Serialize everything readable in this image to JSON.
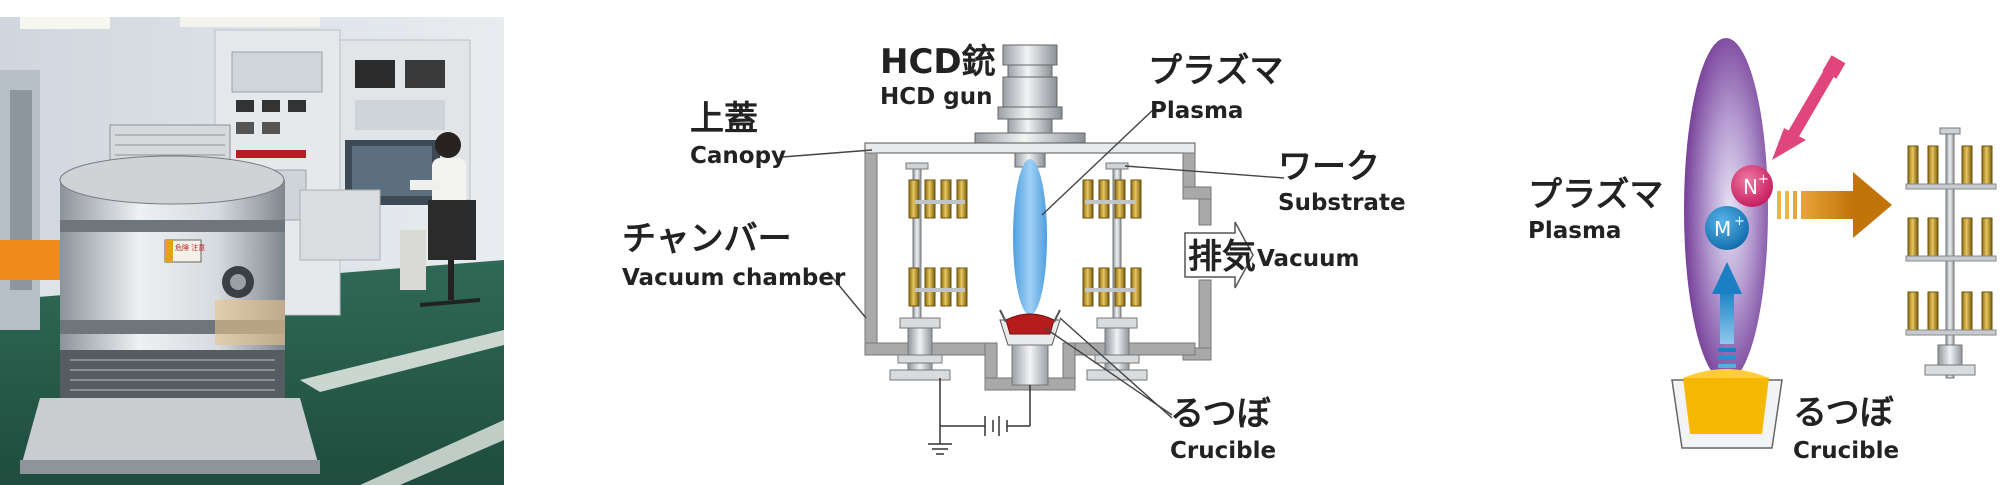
{
  "photo": {
    "sign_text": "危険\n注意"
  },
  "chamber_diagram": {
    "labels": {
      "hcd_gun_jp": "HCD銃",
      "hcd_gun_en": "HCD gun",
      "plasma_jp": "プラズマ",
      "plasma_en": "Plasma",
      "canopy_jp": "上蓋",
      "canopy_en": "Canopy",
      "work_jp": "ワーク",
      "work_en": "Substrate",
      "chamber_jp": "チャンバー",
      "chamber_en": "Vacuum chamber",
      "exhaust_jp": "排気",
      "exhaust_en": "Vacuum",
      "crucible_jp": "るつぼ",
      "crucible_en": "Crucible"
    }
  },
  "ion_diagram": {
    "labels": {
      "plasma_jp": "プラズマ",
      "plasma_en": "Plasma",
      "crucible_jp": "るつぼ",
      "crucible_en": "Crucible",
      "nitrogen_ion": "N",
      "metal_ion": "M",
      "ion_charge": "+"
    }
  },
  "colors": {
    "plasma_blue": "#6fb3e8",
    "plasma_purple": "#7b3f9a",
    "gold_part": "#c9a227",
    "crucible_yellow": "#f5b800",
    "n_ion": "#d6336c",
    "m_ion": "#1e88c8",
    "orange_arrow": "#d4850f",
    "pink_arrow": "#e0457b",
    "molten_red": "#b71c1c"
  }
}
